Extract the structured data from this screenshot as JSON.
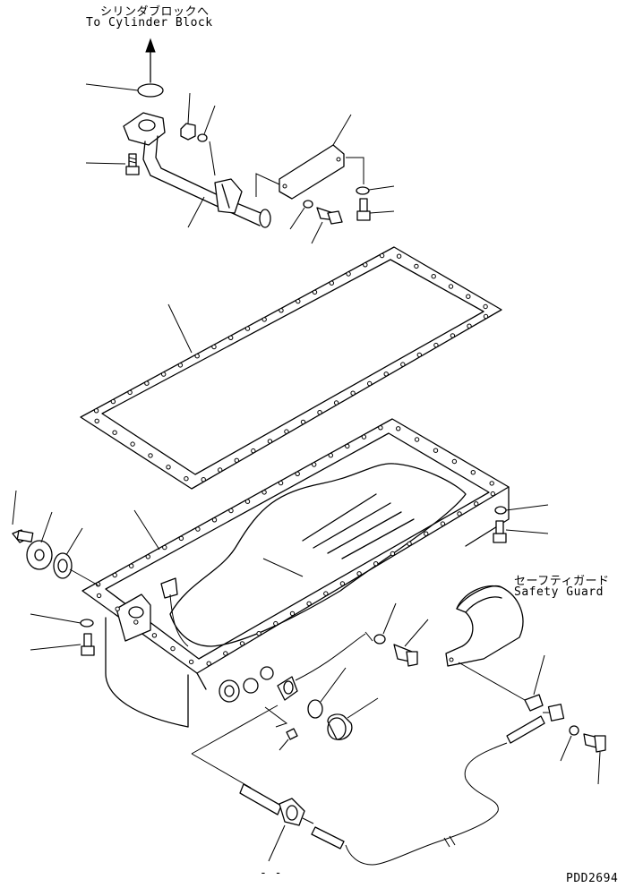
{
  "labels": {
    "to_block_jp": "シリンダブロックへ",
    "to_block_en": "To Cylinder Block",
    "guard_jp": "セーフティガード",
    "guard_en": "Safety Guard",
    "bottom_mark": "- -",
    "drawing_no": "PDD2694"
  }
}
